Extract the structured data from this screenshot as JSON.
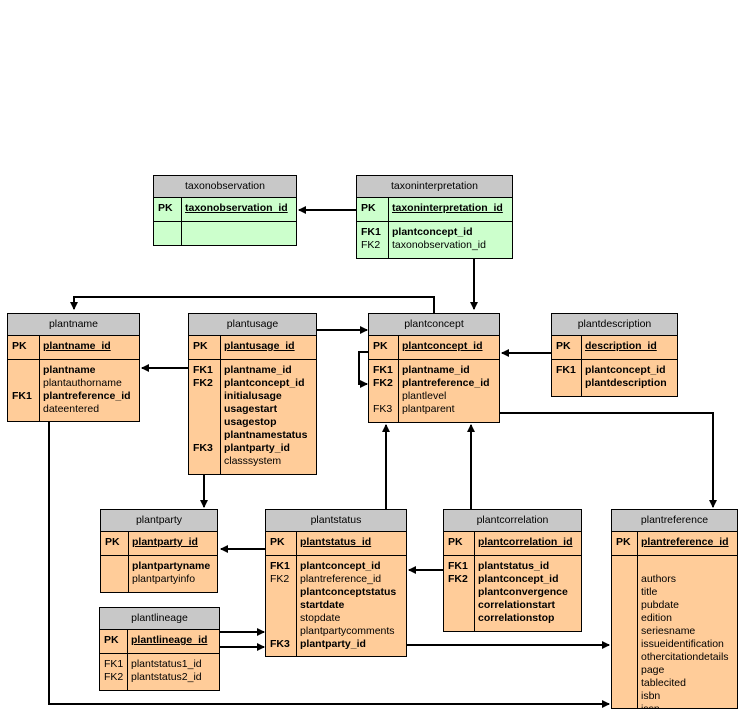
{
  "tables": {
    "taxonobservation": {
      "title": "taxonobservation",
      "pk_key": "PK",
      "pk_field": "taxonobservation_id",
      "keys": [
        ""
      ],
      "fields": [
        ""
      ]
    },
    "taxoninterpretation": {
      "title": "taxoninterpretation",
      "pk_key": "PK",
      "pk_field": "taxoninterpretation_id",
      "keys": [
        "FK1",
        "FK2"
      ],
      "fields": [
        "plantconcept_id",
        "taxonobservation_id"
      ]
    },
    "plantname": {
      "title": "plantname",
      "pk_key": "PK",
      "pk_field": "plantname_id",
      "keys": [
        "",
        "",
        "FK1",
        ""
      ],
      "fields": [
        "plantname",
        "plantauthorname",
        "plantreference_id",
        "dateentered"
      ]
    },
    "plantusage": {
      "title": "plantusage",
      "pk_key": "PK",
      "pk_field": "plantusage_id",
      "keys": [
        "FK1",
        "FK2",
        "",
        "",
        "",
        "",
        "FK3",
        ""
      ],
      "fields": [
        "plantname_id",
        "plantconcept_id",
        "initialusage",
        "usagestart",
        "usagestop",
        "plantnamestatus",
        "plantparty_id",
        "classsystem"
      ]
    },
    "plantconcept": {
      "title": "plantconcept",
      "pk_key": "PK",
      "pk_field": "plantconcept_id",
      "keys": [
        "FK1",
        "FK2",
        "",
        "FK3"
      ],
      "fields": [
        "plantname_id",
        "plantreference_id",
        "plantlevel",
        "plantparent"
      ]
    },
    "plantdescription": {
      "title": "plantdescription",
      "pk_key": "PK",
      "pk_field": "description_id",
      "keys": [
        "FK1",
        ""
      ],
      "fields": [
        "plantconcept_id",
        "plantdescription"
      ]
    },
    "plantparty": {
      "title": "plantparty",
      "pk_key": "PK",
      "pk_field": "plantparty_id",
      "keys": [
        "",
        ""
      ],
      "fields": [
        "plantpartyname",
        "plantpartyinfo"
      ]
    },
    "plantstatus": {
      "title": "plantstatus",
      "pk_key": "PK",
      "pk_field": "plantstatus_id",
      "keys": [
        "FK1",
        "FK2",
        "",
        "",
        "",
        "",
        "FK3"
      ],
      "fields": [
        "plantconcept_id",
        "plantreference_id",
        "plantconceptstatus",
        "startdate",
        "stopdate",
        "plantpartycomments",
        "plantparty_id"
      ]
    },
    "plantcorrelation": {
      "title": "plantcorrelation",
      "pk_key": "PK",
      "pk_field": "plantcorrelation_id",
      "keys": [
        "FK1",
        "FK2",
        "",
        "",
        ""
      ],
      "fields": [
        "plantstatus_id",
        "plantconcept_id",
        "plantconvergence",
        "correlationstart",
        "correlationstop"
      ]
    },
    "plantreference": {
      "title": "plantreference",
      "pk_key": "PK",
      "pk_field": "plantreference_id",
      "keys": [
        ""
      ],
      "fields": [
        "",
        "authors",
        "title",
        "pubdate",
        "edition",
        "seriesname",
        "issueidentification",
        "othercitationdetails",
        "page",
        "tablecited",
        "isbn",
        "issn"
      ]
    },
    "plantlineage": {
      "title": "plantlineage",
      "pk_key": "PK",
      "pk_field": "plantlineage_id",
      "keys": [
        "FK1",
        "FK2"
      ],
      "fields": [
        "plantstatus1_id",
        "plantstatus2_id"
      ]
    }
  }
}
